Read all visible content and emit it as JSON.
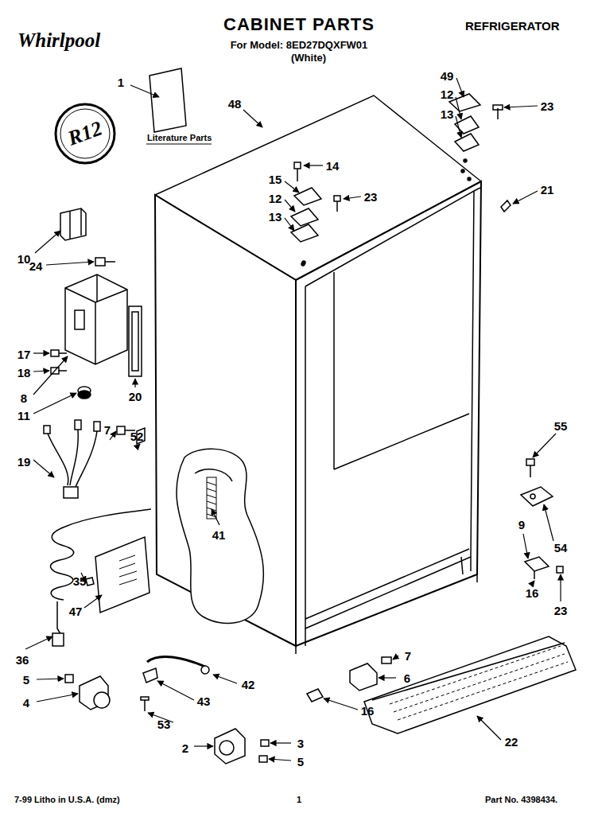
{
  "diagram": {
    "title": "CABINET PARTS",
    "labels": [
      "Whirlpool",
      "For Model: 8ED27DQXFW01",
      "(White)",
      "REFRIGERATOR",
      "R12",
      "Literature Parts",
      "1",
      "48",
      "49",
      "12",
      "13",
      "23",
      "14",
      "15",
      "12",
      "23",
      "13",
      "21",
      "10",
      "24",
      "17",
      "18",
      "8",
      "11",
      "20",
      "19",
      "7",
      "52",
      "41",
      "55",
      "9",
      "54",
      "16",
      "23",
      "35",
      "47",
      "36",
      "5",
      "4",
      "42",
      "43",
      "53",
      "7",
      "6",
      "16",
      "3",
      "5",
      "2",
      "22",
      "7-99 Litho in U.S.A. (dmz)",
      "1",
      "Part No. 4398434."
    ]
  }
}
